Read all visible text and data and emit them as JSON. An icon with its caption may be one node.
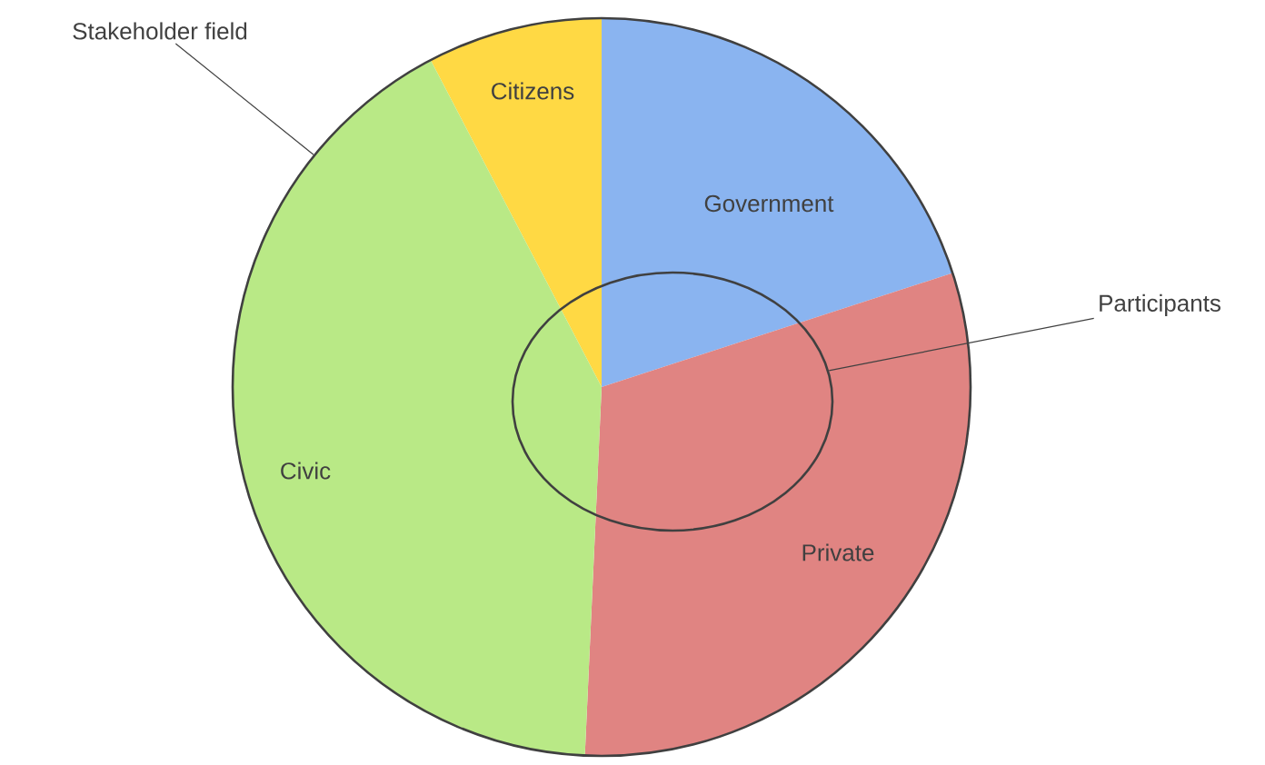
{
  "diagram": {
    "nodes": [
      {
        "text": [
          "Stakeholder field"
        ]
      },
      {
        "text": [],
        "shape": "circle"
      },
      {
        "text": [
          "Citizens"
        ],
        "in": 1
      },
      {
        "text": [
          "Government"
        ],
        "in": 1
      },
      {
        "text": [
          "Private"
        ],
        "in": 1
      },
      {
        "text": [
          "Civic"
        ],
        "in": 1
      },
      {
        "text": [],
        "shape": "circle",
        "in": 1
      },
      {
        "text": [
          "Participants"
        ]
      }
    ],
    "edges": [
      {
        "from": 0,
        "to": 1,
        "arrow": "none"
      },
      {
        "from": 7,
        "to": 6,
        "arrow": "none"
      }
    ]
  }
}
